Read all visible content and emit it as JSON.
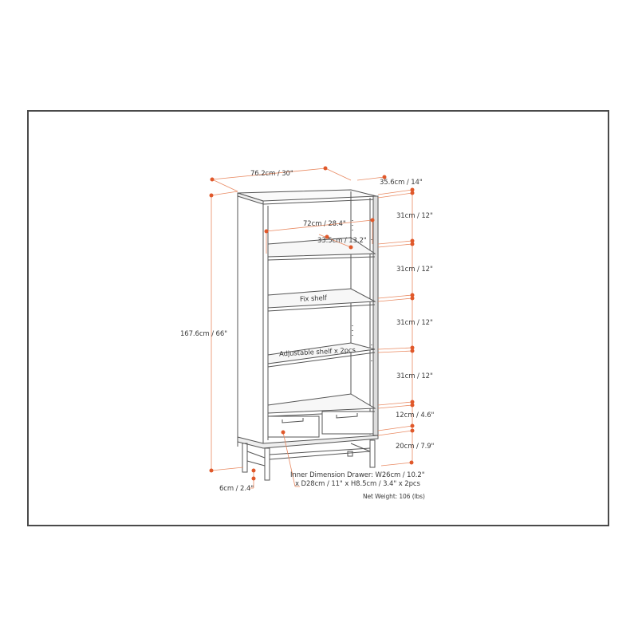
{
  "diagram": {
    "subject": "Bookcase with 2 drawers",
    "accent_color": "#e0582a",
    "line_color": "#555555",
    "dimensions": {
      "overall_width": "76.2cm / 30\"",
      "overall_depth": "35.6cm / 14\"",
      "overall_height": "167.6cm / 66\"",
      "inner_width": "72cm / 28.4\"",
      "inner_depth": "33.5cm / 13.2\"",
      "shelf_spacing_1": "31cm / 12\"",
      "shelf_spacing_2": "31cm / 12\"",
      "shelf_spacing_3": "31cm / 12\"",
      "shelf_spacing_4": "31cm / 12\"",
      "drawer_section": "12cm / 4.6\"",
      "base_height": "20cm / 7.9\"",
      "leg_width": "6cm / 2.4\""
    },
    "labels": {
      "fix_shelf": "Fix shelf",
      "adjustable_shelf": "Adjustable shelf x 2pcs",
      "drawer_inner_line1": "Inner Dimension Drawer: W26cm / 10.2\"",
      "drawer_inner_line2": "x D28cm / 11\" x H8.5cm / 3.4\" x 2pcs",
      "net_weight": "Net Weight:  106 (lbs)"
    }
  }
}
